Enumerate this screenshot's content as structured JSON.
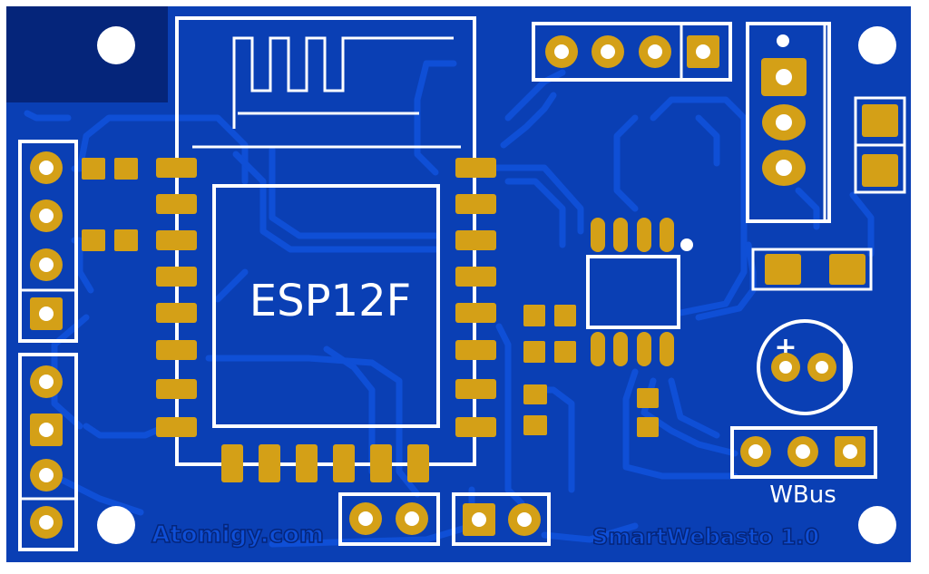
{
  "board": {
    "module_label": "ESP12F",
    "connector_label": "WBus",
    "website_label": "Atomigy.com",
    "product_label": "SmartWebasto 1.0",
    "polarity_mark": "+"
  },
  "colors": {
    "background": "#ffffff",
    "pcb": "#0a3fb4",
    "pcb_dark": "#05257a",
    "trace": "#0f4fd6",
    "pad": "#d4a017",
    "silkscreen": "#ffffff",
    "hole": "#ffffff"
  },
  "icons": [
    "mounting-hole-icon",
    "pcb-antenna-icon",
    "polarity-dot-icon"
  ]
}
